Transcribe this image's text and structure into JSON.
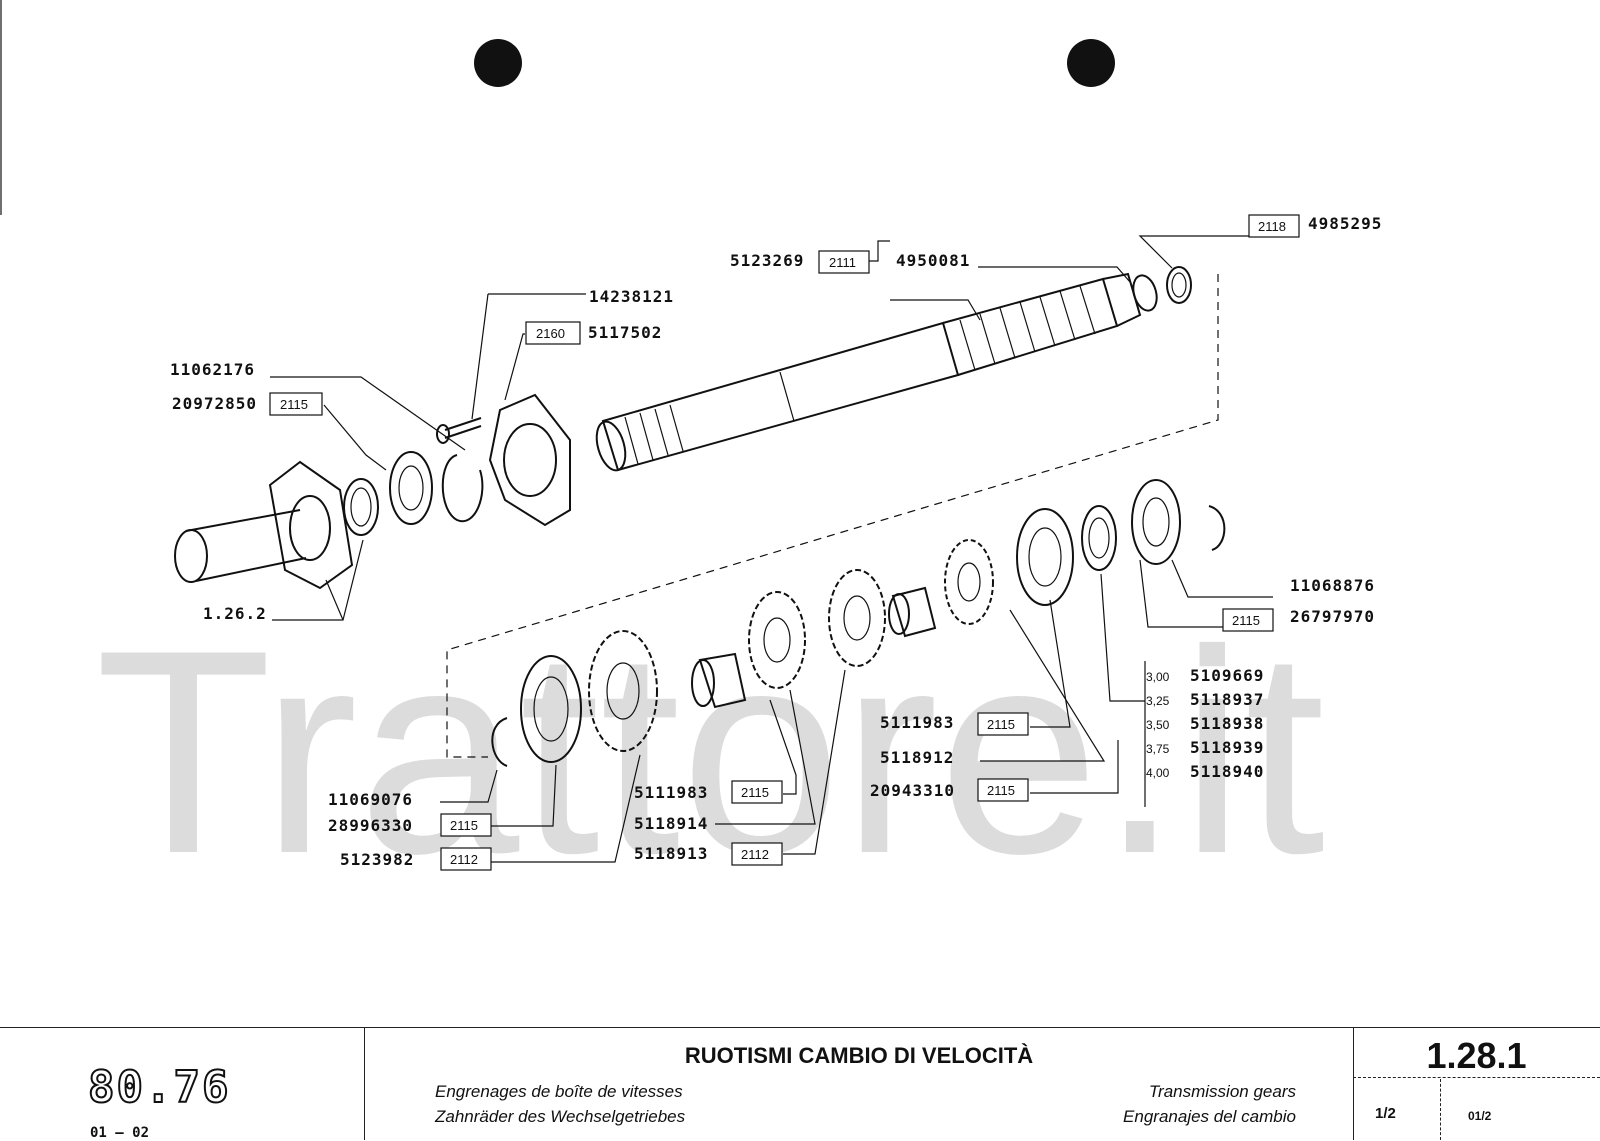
{
  "watermark": "Trattore.it",
  "diagram": {
    "labels": {
      "p_14238121": "14238121",
      "c_2160": "2160",
      "p_5117502": "5117502",
      "p_11062176": "11062176",
      "p_20972850": "20972850",
      "c_2115_a": "2115",
      "ref_1262": "1.26.2",
      "p_5123269": "5123269",
      "c_2111": "2111",
      "p_4950081": "4950081",
      "c_2118": "2118",
      "p_4985295": "4985295",
      "p_11068876": "11068876",
      "c_2115_b": "2115",
      "p_26797970": "26797970",
      "p_5111983_r": "5111983",
      "c_2115_c": "2115",
      "p_5118912": "5118912",
      "p_20943310": "20943310",
      "c_2115_d": "2115",
      "p_11069076": "11069076",
      "p_28996330": "28996330",
      "c_2115_e": "2115",
      "p_5123982": "5123982",
      "c_2112_a": "2112",
      "p_5111983_m": "5111983",
      "c_2115_f": "2115",
      "p_5118914": "5118914",
      "p_5118913": "5118913",
      "c_2112_b": "2112"
    },
    "shims": [
      {
        "size": "3,00",
        "part": "5109669"
      },
      {
        "size": "3,25",
        "part": "5118937"
      },
      {
        "size": "3,50",
        "part": "5118938"
      },
      {
        "size": "3,75",
        "part": "5118939"
      },
      {
        "size": "4,00",
        "part": "5118940"
      }
    ]
  },
  "footer": {
    "logo": "80.76",
    "revision": "01 – 02",
    "title": "RUOTISMI CAMBIO DI VELOCITÀ",
    "subtitle_fr": "Engrenages de boîte de vitesses",
    "subtitle_de": "Zahnräder des Wechselgetriebes",
    "subtitle_en": "Transmission gears",
    "subtitle_es": "Engranajes del cambio",
    "section": "1.28.1",
    "sheet": "1/2",
    "sheet_code": "01/2"
  }
}
